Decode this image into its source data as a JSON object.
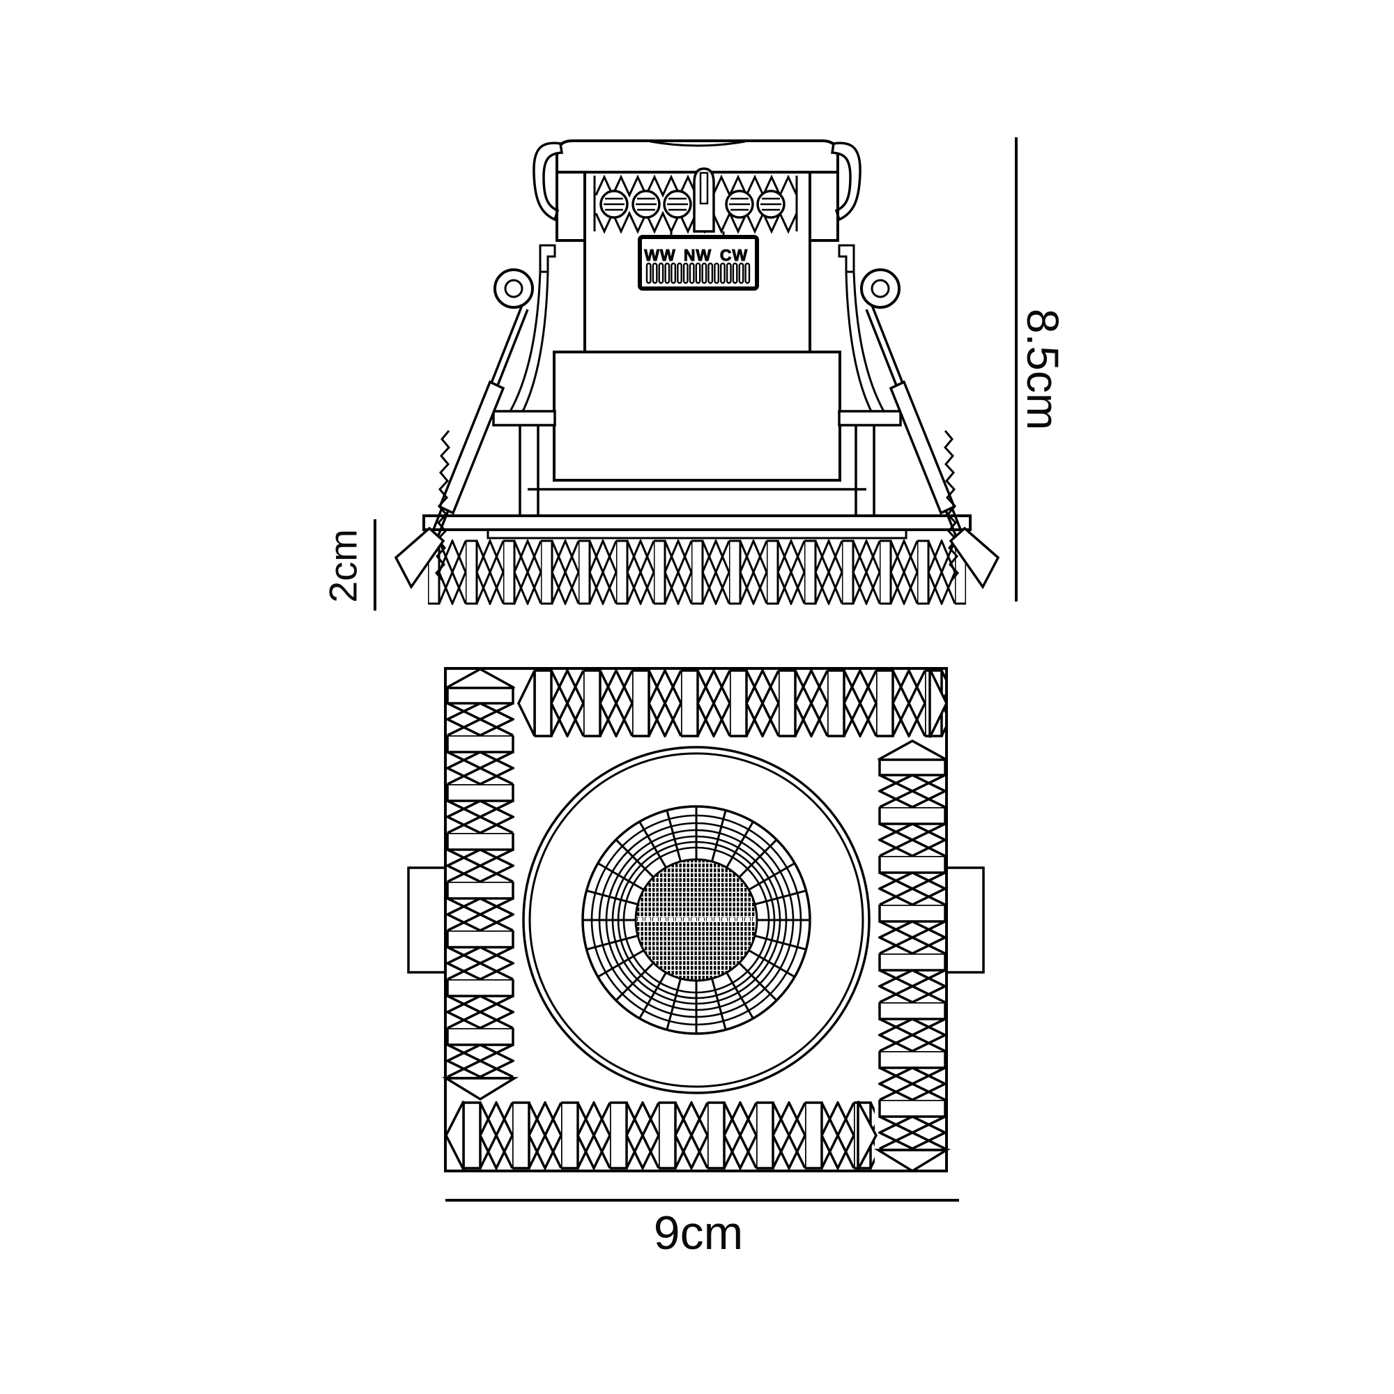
{
  "meta": {
    "colors": {
      "background": "#ffffff",
      "line": "#000000",
      "text": "#0a0a0a"
    }
  },
  "side_view": {
    "terminal_labels": [
      "WW",
      "NW",
      "CW"
    ],
    "height_dimension": "8.5cm",
    "recess_dimension": "2cm"
  },
  "bottom_view": {
    "width_dimension": "9cm"
  }
}
